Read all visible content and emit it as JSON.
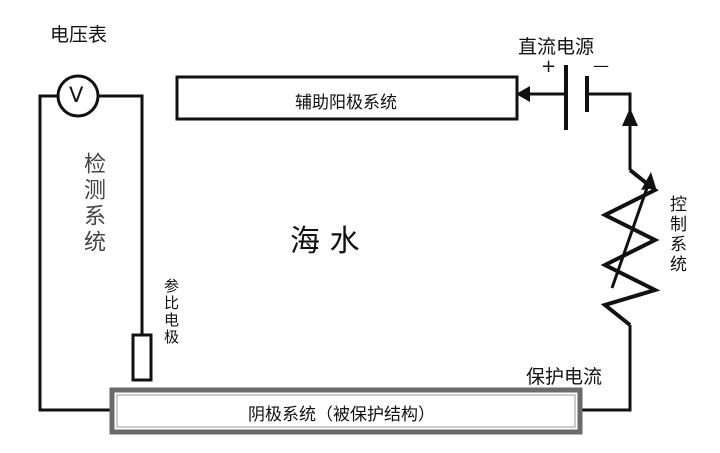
{
  "labels": {
    "voltmeter": "电压表",
    "voltmeter_symbol": "V",
    "detection_system": "检测系统",
    "reference_electrode": "参比电极",
    "dc_power": "直流电源",
    "plus": "+",
    "minus": "—",
    "auxiliary_anode": "辅助阳极系统",
    "seawater": "海 水",
    "control_system": "控制系统",
    "protection_current": "保护电流",
    "cathode_system": "阴极系统（被保护结构）"
  },
  "colors": {
    "line": "#111111",
    "cathode_border": "#6b6b6b",
    "faded_text": "#555555"
  }
}
